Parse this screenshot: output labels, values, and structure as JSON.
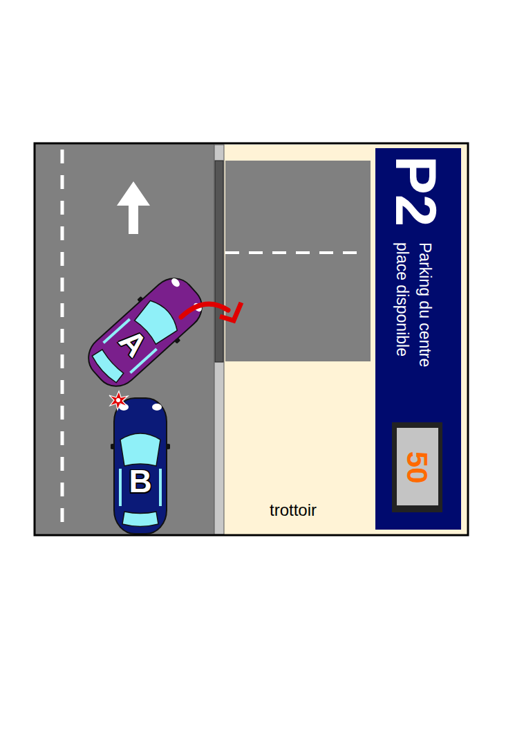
{
  "diagram": {
    "nodes": [
      {
        "text": [
          "A"
        ]
      },
      {
        "text": [
          "B"
        ]
      },
      {
        "text": [
          "P2",
          "Parking du centre place disponible"
        ]
      },
      {
        "text": [
          "50"
        ],
        "in": 2
      }
    ],
    "labels": [
      "trottoir"
    ]
  }
}
